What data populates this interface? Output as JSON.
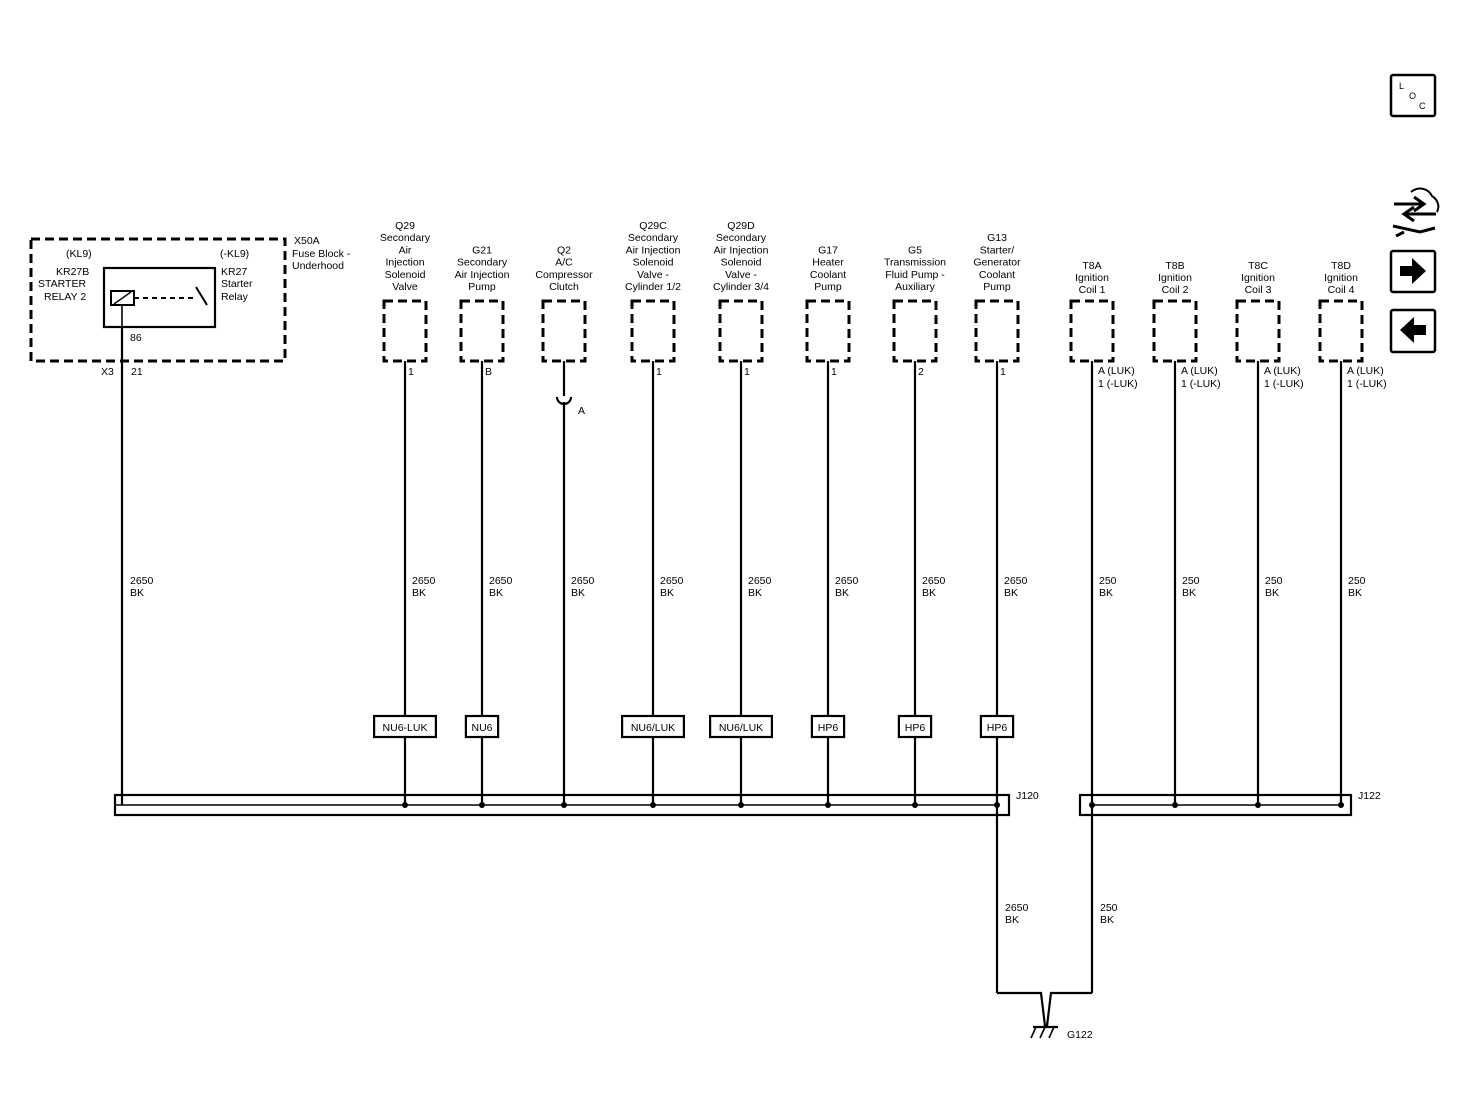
{
  "relay_block": {
    "fuse_block_id": "X50A",
    "fuse_block_name": [
      "Fuse Block -",
      "Underhood"
    ],
    "kl9_left": "(KL9)",
    "kl9_right": "(-KL9)",
    "relay2_id": "KR27B",
    "relay2_name": [
      "STARTER",
      "RELAY 2"
    ],
    "relay_id": "KR27",
    "relay_name": [
      "Starter",
      "Relay"
    ],
    "pin_86": "86",
    "connector": "X3",
    "connector_pin": "21",
    "wire_gauge": "2650",
    "wire_color": "BK"
  },
  "components": [
    {
      "id": "Q29",
      "name": [
        "Secondary",
        "Air",
        "Injection",
        "Solenoid",
        "Valve"
      ],
      "pin": "1",
      "wire": "2650",
      "color": "BK",
      "option": "NU6-LUK"
    },
    {
      "id": "G21",
      "name": [
        "Secondary",
        "Air Injection",
        "Pump"
      ],
      "pin": "B",
      "wire": "2650",
      "color": "BK",
      "option": "NU6"
    },
    {
      "id": "Q2",
      "name": [
        "A/C",
        "Compressor",
        "Clutch"
      ],
      "pin": "A",
      "wire": "2650",
      "color": "BK",
      "option": ""
    },
    {
      "id": "Q29C",
      "name": [
        "Secondary",
        "Air Injection",
        "Solenoid",
        "Valve -",
        "Cylinder 1/2"
      ],
      "pin": "1",
      "wire": "2650",
      "color": "BK",
      "option": "NU6/LUK"
    },
    {
      "id": "Q29D",
      "name": [
        "Secondary",
        "Air Injection",
        "Solenoid",
        "Valve -",
        "Cylinder 3/4"
      ],
      "pin": "1",
      "wire": "2650",
      "color": "BK",
      "option": "NU6/LUK"
    },
    {
      "id": "G17",
      "name": [
        "Heater",
        "Coolant",
        "Pump"
      ],
      "pin": "1",
      "wire": "2650",
      "color": "BK",
      "option": "HP6"
    },
    {
      "id": "G5",
      "name": [
        "Transmission",
        "Fluid Pump -",
        "Auxiliary"
      ],
      "pin": "2",
      "wire": "2650",
      "color": "BK",
      "option": "HP6"
    },
    {
      "id": "G13",
      "name": [
        "Starter/",
        "Generator",
        "Coolant",
        "Pump"
      ],
      "pin": "1",
      "wire": "2650",
      "color": "BK",
      "option": "HP6"
    }
  ],
  "coils": [
    {
      "id": "T8A",
      "name": [
        "Ignition",
        "Coil 1"
      ],
      "pin_a": "A (LUK)",
      "pin_b": "1 (-LUK)",
      "wire": "250",
      "color": "BK"
    },
    {
      "id": "T8B",
      "name": [
        "Ignition",
        "Coil 2"
      ],
      "pin_a": "A (LUK)",
      "pin_b": "1 (-LUK)",
      "wire": "250",
      "color": "BK"
    },
    {
      "id": "T8C",
      "name": [
        "Ignition",
        "Coil 3"
      ],
      "pin_a": "A (LUK)",
      "pin_b": "1 (-LUK)",
      "wire": "250",
      "color": "BK"
    },
    {
      "id": "T8D",
      "name": [
        "Ignition",
        "Coil 4"
      ],
      "pin_a": "A (LUK)",
      "pin_b": "1 (-LUK)",
      "wire": "250",
      "color": "BK"
    }
  ],
  "splices": {
    "left": "J120",
    "right": "J122",
    "left_out_wire": "2650",
    "left_out_color": "BK",
    "right_out_wire": "250",
    "right_out_color": "BK"
  },
  "ground": {
    "id": "G122"
  },
  "nav": {
    "loc_letters": [
      "L",
      "O",
      "C"
    ],
    "icons": [
      "location-icon",
      "service-tools-icon",
      "next-arrow-icon",
      "previous-arrow-icon"
    ]
  }
}
